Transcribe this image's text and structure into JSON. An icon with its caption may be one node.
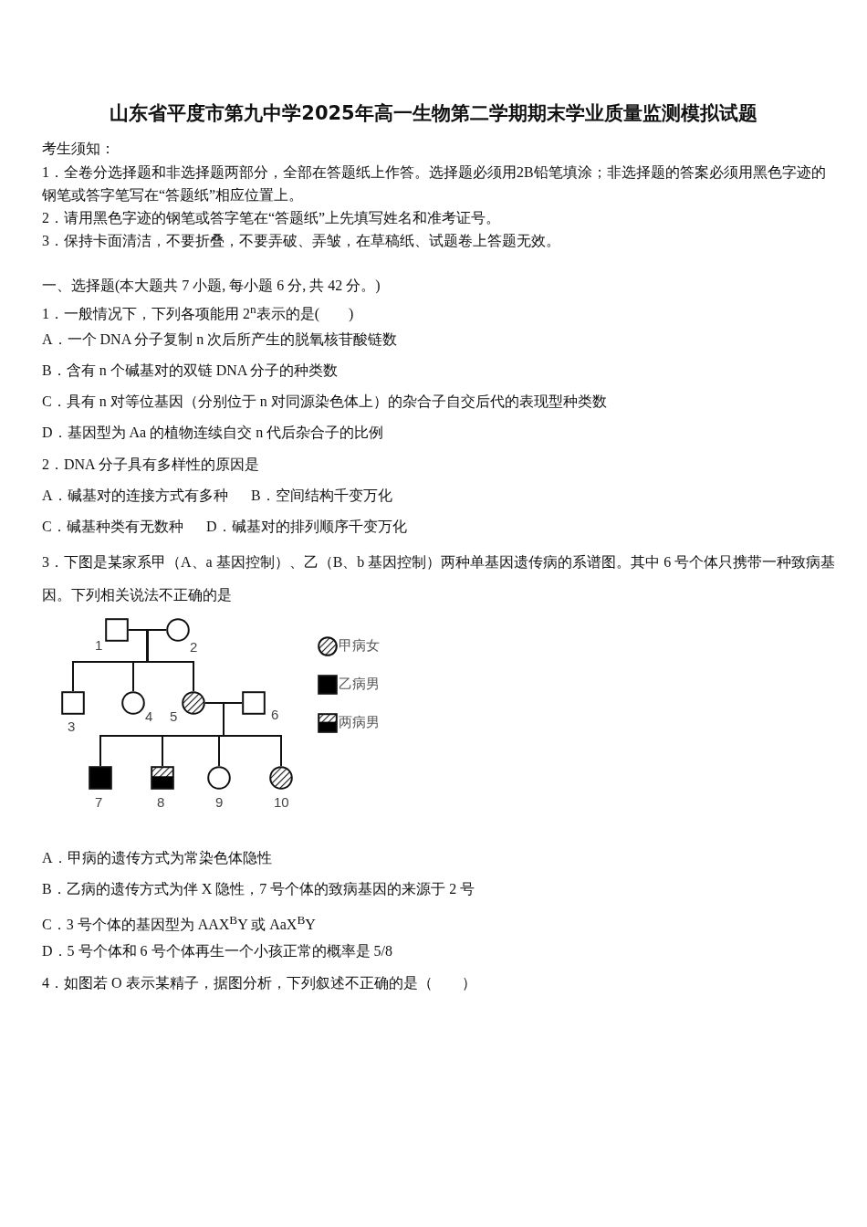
{
  "diagram": {
    "title": "山东省平度市第九中学2025年高一生物第二学期期末学业质量监测模拟试题",
    "nodes": [
      {
        "text": [],
        "shape": "box",
        "beside": [
          "1"
        ]
      },
      {
        "text": [],
        "shape": "circle",
        "beside": [
          "2"
        ]
      },
      {
        "text": [],
        "shape": "box",
        "beside": [
          "3"
        ]
      },
      {
        "text": [],
        "shape": "circle",
        "beside": [
          "4"
        ]
      },
      {
        "text": [],
        "shape": "circle",
        "beside": [
          "5"
        ]
      },
      {
        "text": [],
        "shape": "box",
        "beside": [
          "6"
        ]
      },
      {
        "text": [],
        "shape": "box",
        "beside": [
          "7"
        ]
      },
      {
        "text": [],
        "shape": "box",
        "beside": [
          "8"
        ]
      },
      {
        "text": [],
        "shape": "circle",
        "beside": [
          "9"
        ]
      },
      {
        "text": [],
        "shape": "circle",
        "beside": [
          "10"
        ]
      }
    ],
    "edges": [
      {
        "from": 0,
        "to": 1,
        "arrow": "none"
      },
      {
        "from": 0,
        "to": 2,
        "arrow": "none"
      },
      {
        "from": 0,
        "to": 3,
        "arrow": "none"
      },
      {
        "from": 0,
        "to": 4,
        "arrow": "none"
      },
      {
        "from": 1,
        "to": 2,
        "arrow": "none"
      },
      {
        "from": 1,
        "to": 3,
        "arrow": "none"
      },
      {
        "from": 1,
        "to": 4,
        "arrow": "none"
      },
      {
        "from": 4,
        "to": 5,
        "arrow": "none"
      },
      {
        "from": 4,
        "to": 6,
        "arrow": "none"
      },
      {
        "from": 4,
        "to": 7,
        "arrow": "none"
      },
      {
        "from": 4,
        "to": 8,
        "arrow": "none"
      },
      {
        "from": 4,
        "to": 9,
        "arrow": "none"
      },
      {
        "from": 5,
        "to": 6,
        "arrow": "none"
      },
      {
        "from": 5,
        "to": 7,
        "arrow": "none"
      },
      {
        "from": 5,
        "to": 8,
        "arrow": "none"
      },
      {
        "from": 5,
        "to": 9,
        "arrow": "none"
      }
    ],
    "labels": [
      "考生须知：",
      "1．全卷分选择题和非选择题两部分，全部在答题纸上作答。选择题必须用2B铅笔填涂；非选择题的答案必须用黑色字迹的钢笔或答字笔写在“答题纸”相应位置上。",
      "2．请用黑色字迹的钢笔或答字笔在“答题纸”上先填写姓名和准考证号。",
      "3．保持卡面清洁，不要折叠，不要弄破、弄皱，在草稿纸、试题卷上答题无效。",
      "一、选择题(本大题共 7 小题, 每小题 6 分, 共 42 分。)",
      "1．一般情况下，下列各项能用 2$^{n}$表示的是(　　)",
      "A．一个 DNA 分子复制 n 次后所产生的脱氧核苷酸链数",
      "B．含有 n 个碱基对的双链 DNA 分子的种类数",
      "C．具有 n 对等位基因（分别位于 n 对同源染色体上）的杂合子自交后代的表现型种类数",
      "D．基因型为 Aa 的植物连续自交 n 代后杂合子的比例",
      "2．DNA 分子具有多样性的原因是",
      "A．碱基对的连接方式有多种",
      "B．空间结构千变万化",
      "C．碱基种类有无数种",
      "D．碱基对的排列顺序千变万化",
      "3．下图是某家系甲（A、a 基因控制）、乙（B、b 基因控制）两种单基因遗传病的系谱图。其中 6 号个体只携带一种致病基因。下列相关说法不正确的是",
      "A．甲病的遗传方式为常染色体隐性",
      "B．乙病的遗传方式为伴 X 隐性，7 号个体的致病基因的来源于 2 号",
      "C．3 号个体的基因型为 AAX$^{B}$Y 或 AaX$^{B}$Y",
      "D．5 号个体和 6 号个体再生一个小孩正常的概率是 5/8",
      "4．如图若 O 表示某精子，据图分析，下列叙述不正确的是（　　）"
    ],
    "legend": [
      {
        "text": "甲病女"
      },
      {
        "text": "乙病男"
      },
      {
        "text": "两病男"
      }
    ]
  }
}
